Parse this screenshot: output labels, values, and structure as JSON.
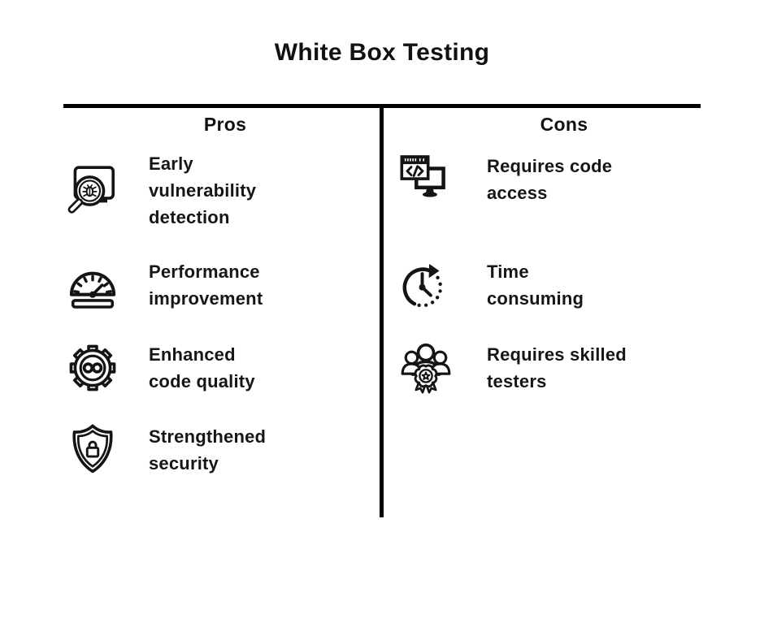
{
  "title": "White Box Testing",
  "colors": {
    "background": "#ffffff",
    "line": "#000000",
    "text": "#141414"
  },
  "columns": [
    {
      "header": "Pros",
      "items": [
        {
          "icon": "bug-scan-monitor-icon",
          "label": "Early\nvulnerability\ndetection"
        },
        {
          "icon": "speedometer-icon",
          "label": "Performance\nimprovement"
        },
        {
          "icon": "gear-infinity-icon",
          "label": "Enhanced\ncode quality"
        },
        {
          "icon": "shield-lock-icon",
          "label": "Strengthened\nsecurity"
        }
      ]
    },
    {
      "header": "Cons",
      "items": [
        {
          "icon": "code-window-monitor-icon",
          "label": "Requires code\naccess"
        },
        {
          "icon": "clock-time-icon",
          "label": "Time\nconsuming"
        },
        {
          "icon": "skilled-team-badge-icon",
          "label": "Requires skilled\ntesters"
        }
      ]
    }
  ]
}
